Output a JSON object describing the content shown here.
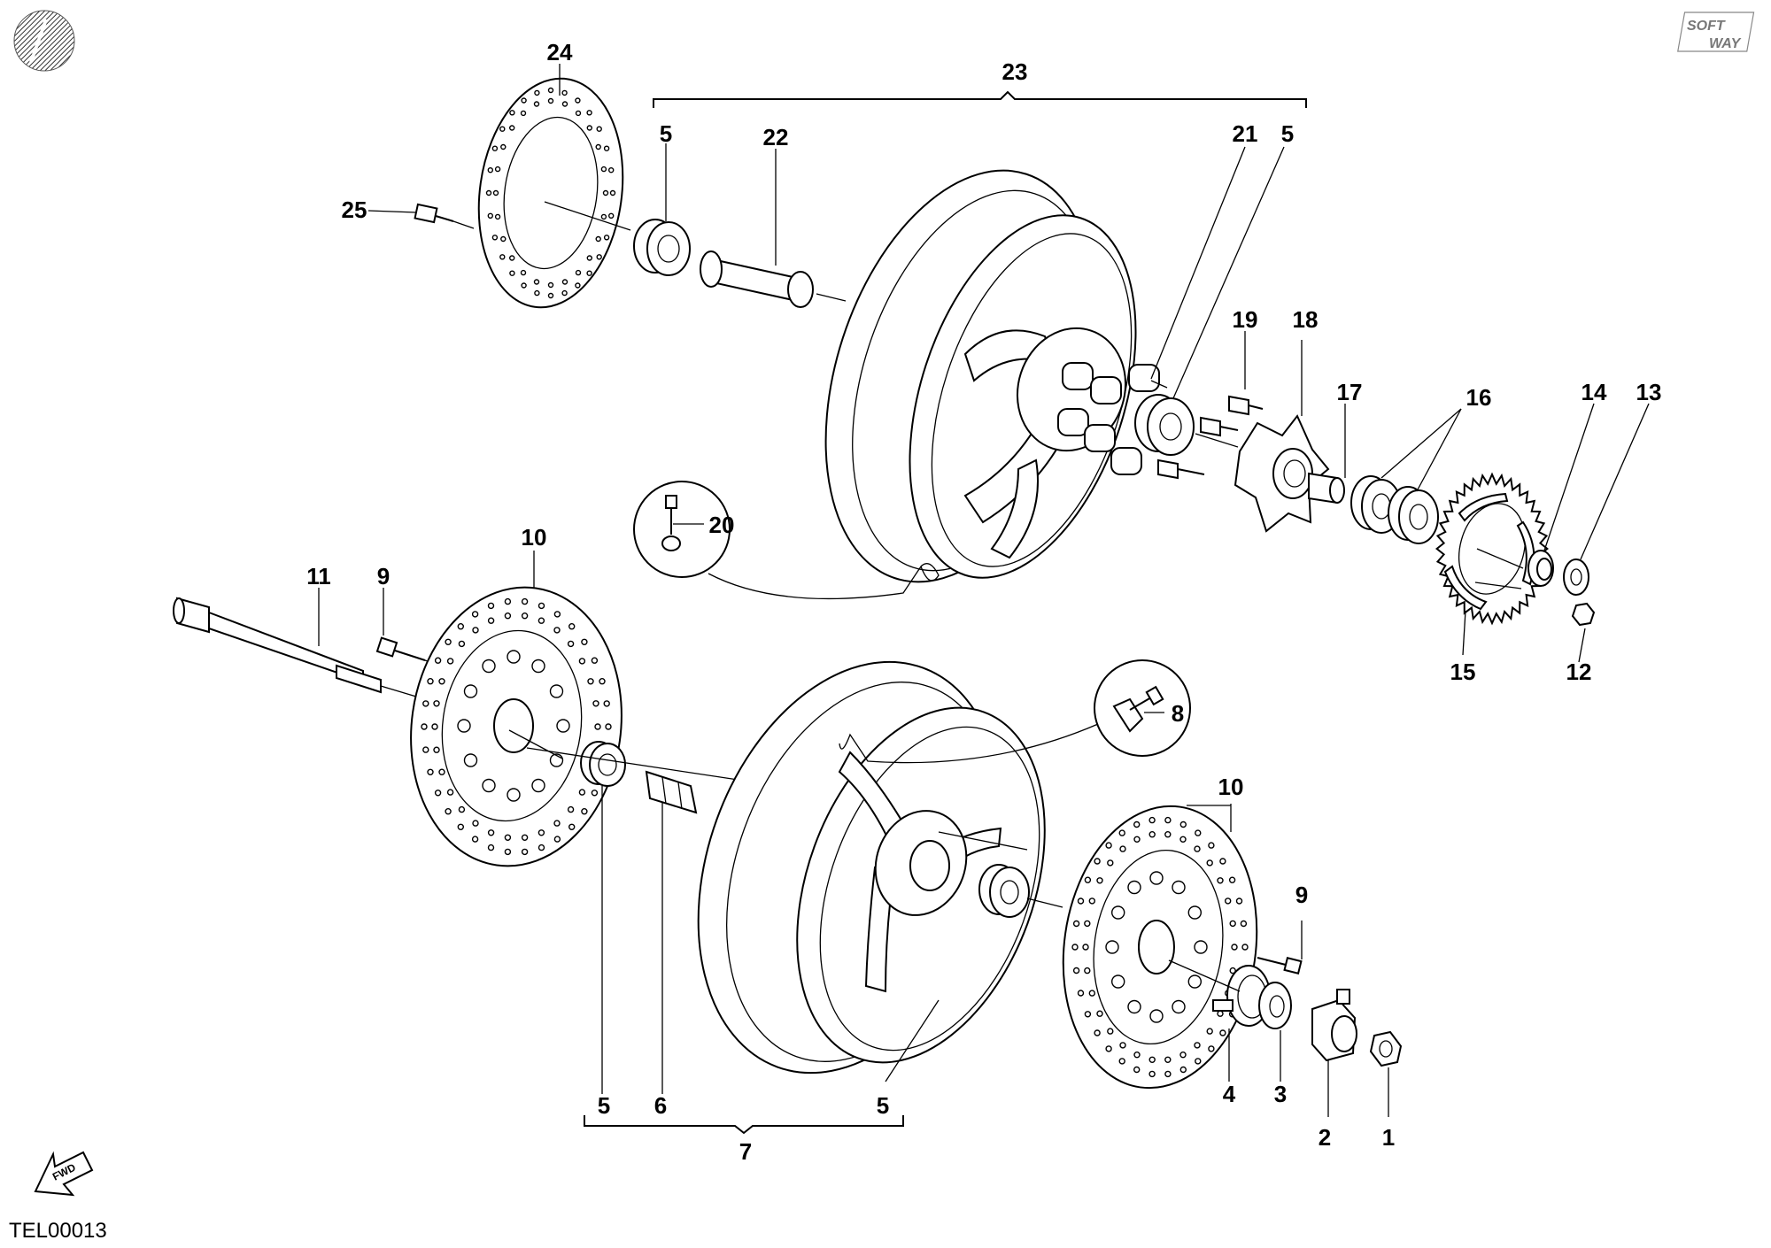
{
  "drawing_code": "TEL00013",
  "logo_text": [
    "SOFT",
    "WAY"
  ],
  "fwd_label": "FWD",
  "callouts": {
    "c1": "1",
    "c2": "2",
    "c3": "3",
    "c4": "4",
    "c5_front_left": "5",
    "c5_front_right": "5",
    "c5_rear_left": "5",
    "c5_rear_right": "5",
    "c6": "6",
    "c7": "7",
    "c8": "8",
    "c9_front_left": "9",
    "c9_front_right": "9",
    "c10_left": "10",
    "c10_right": "10",
    "c11": "11",
    "c12": "12",
    "c13": "13",
    "c14": "14",
    "c15": "15",
    "c16": "16",
    "c17": "17",
    "c18": "18",
    "c19": "19",
    "c20": "20",
    "c21": "21",
    "c22": "22",
    "c23": "23",
    "c24": "24",
    "c25": "25"
  },
  "icons": {
    "corner_badge": "hatched-circle-icon",
    "fwd_arrow": "forward-arrow-icon",
    "valve_rear": "valve-icon",
    "valve_front": "valve-icon"
  }
}
